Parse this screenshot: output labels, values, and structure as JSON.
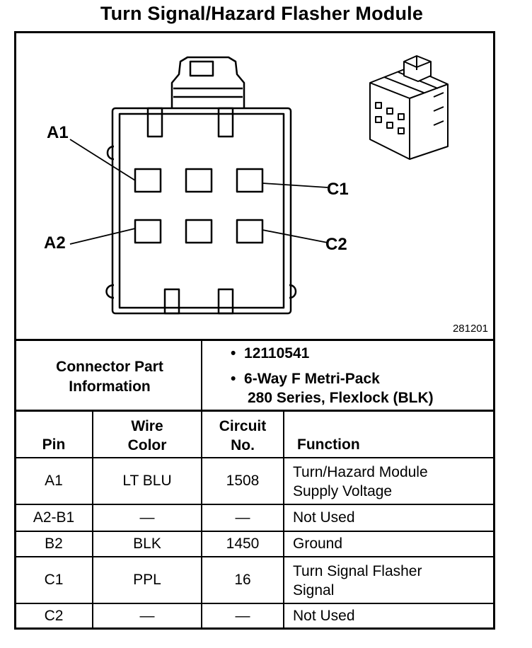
{
  "title": "Turn Signal/Hazard Flasher Module",
  "figure_number": "281201",
  "pin_labels": {
    "a1": "A1",
    "a2": "A2",
    "c1": "C1",
    "c2": "C2"
  },
  "connector_info": {
    "label_line1": "Connector Part",
    "label_line2": "Information",
    "part_number": "12110541",
    "description_line1": "6-Way F Metri-Pack",
    "description_line2": "280 Series, Flexlock (BLK)"
  },
  "table": {
    "headers": {
      "pin": "Pin",
      "wire_color_line1": "Wire",
      "wire_color_line2": "Color",
      "circuit_line1": "Circuit",
      "circuit_line2": "No.",
      "function": "Function"
    },
    "rows": [
      {
        "pin": "A1",
        "wire_color": "LT BLU",
        "circuit": "1508",
        "function_line1": "Turn/Hazard Module",
        "function_line2": "Supply Voltage"
      },
      {
        "pin": "A2-B1",
        "wire_color": "—",
        "circuit": "—",
        "function_line1": "Not Used",
        "function_line2": ""
      },
      {
        "pin": "B2",
        "wire_color": "BLK",
        "circuit": "1450",
        "function_line1": "Ground",
        "function_line2": ""
      },
      {
        "pin": "C1",
        "wire_color": "PPL",
        "circuit": "16",
        "function_line1": "Turn Signal Flasher",
        "function_line2": "Signal"
      },
      {
        "pin": "C2",
        "wire_color": "—",
        "circuit": "—",
        "function_line1": "Not Used",
        "function_line2": ""
      }
    ]
  }
}
